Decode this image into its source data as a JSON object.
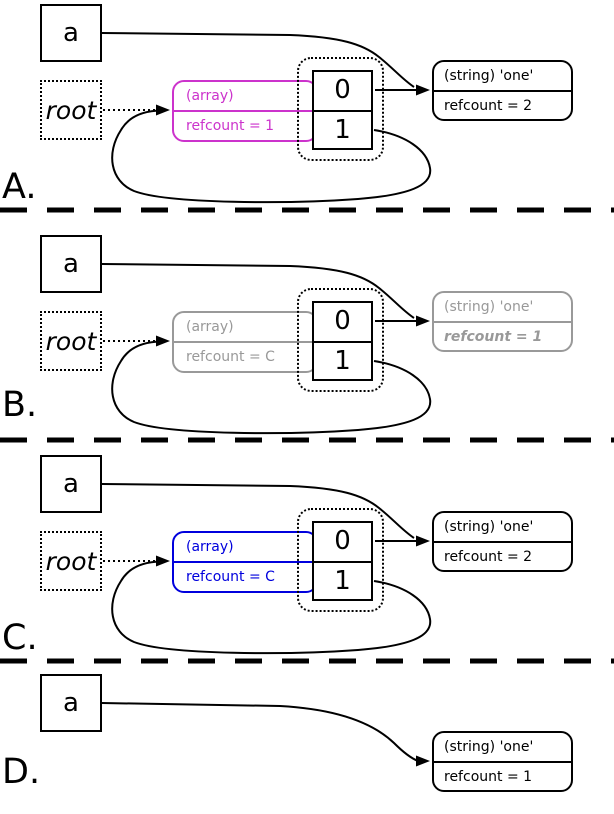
{
  "panels": [
    {
      "label": "A.",
      "var": "a",
      "root": "root",
      "accent": "#cc33cc",
      "string_color": "#000000",
      "string_refcount_style": "normal",
      "array": {
        "type": "(array)",
        "refcount": "refcount = 1"
      },
      "cells": [
        "0",
        "1"
      ],
      "string": {
        "type": "(string) 'one'",
        "refcount": "refcount = 2"
      }
    },
    {
      "label": "B.",
      "var": "a",
      "root": "root",
      "accent": "#999999",
      "string_color": "#999999",
      "string_refcount_style": "bold-italic",
      "array": {
        "type": "(array)",
        "refcount": "refcount = C"
      },
      "cells": [
        "0",
        "1"
      ],
      "string": {
        "type": "(string) 'one'",
        "refcount": "refcount = 1"
      }
    },
    {
      "label": "C.",
      "var": "a",
      "root": "root",
      "accent": "#0000dd",
      "string_color": "#000000",
      "string_refcount_style": "normal",
      "array": {
        "type": "(array)",
        "refcount": "refcount = C"
      },
      "cells": [
        "0",
        "1"
      ],
      "string": {
        "type": "(string) 'one'",
        "refcount": "refcount = 2"
      }
    },
    {
      "label": "D.",
      "var": "a",
      "string_color": "#000000",
      "string_refcount_style": "normal",
      "string": {
        "type": "(string) 'one'",
        "refcount": "refcount = 1"
      }
    }
  ],
  "edge_color": "#000000",
  "separator_color": "#000000"
}
